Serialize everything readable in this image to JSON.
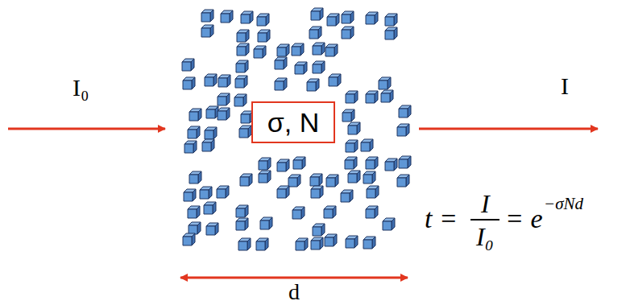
{
  "diagram": {
    "nodes": [
      {
        "text": [
          "σ, N"
        ]
      }
    ],
    "labels": [
      "I₀",
      "I",
      "d",
      "t =",
      "I",
      "I₀",
      "= e",
      "−σNd"
    ]
  }
}
